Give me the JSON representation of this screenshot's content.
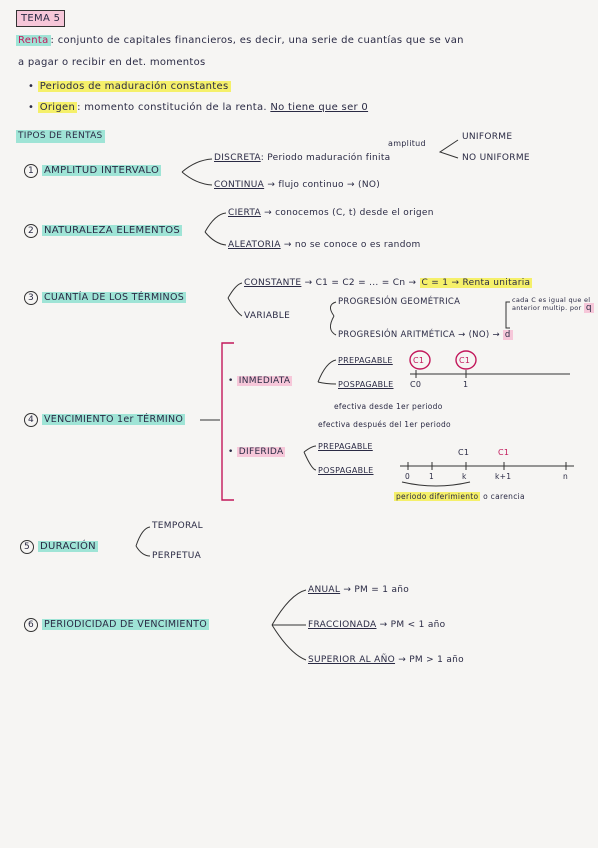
{
  "title": "TEMA 5",
  "renta": {
    "label": "Renta",
    "definition_line1": ": conjunto de capitales financieros, es decir, una serie de cuantías que se van",
    "definition_line2": "a pagar o recibir en det. momentos"
  },
  "bullets": [
    {
      "text": "Periodos de maduración constantes"
    },
    {
      "label": "Origen",
      "text": ": momento constitución de la renta.",
      "note": "No tiene que ser 0"
    }
  ],
  "tipos_title": "TIPOS DE RENTAS",
  "sections": [
    {
      "num": "1",
      "name": "AMPLITUD INTERVALO",
      "items": [
        {
          "label": "DISCRETA",
          "text": ": Periodo maduración finita",
          "side_note": "amplitud"
        },
        {
          "label": "CONTINUA",
          "text": "→ flujo continuo → (NO)"
        }
      ],
      "sub": [
        "UNIFORME",
        "NO UNIFORME"
      ]
    },
    {
      "num": "2",
      "name": "NATURALEZA ELEMENTOS",
      "items": [
        {
          "label": "CIERTA",
          "text": "→ conocemos (C, t) desde el origen"
        },
        {
          "label": "ALEATORIA",
          "text": "→ no se conoce o es random"
        }
      ]
    },
    {
      "num": "3",
      "name": "CUANTÍA DE LOS TÉRMINOS",
      "items": [
        {
          "label": "CONSTANTE",
          "text": "→ C1 = C2 = ... = Cn →",
          "special": "C = 1 → Renta unitaria"
        },
        {
          "label": "VARIABLE",
          "sub": [
            {
              "text": "PROGRESIÓN GEOMÉTRICA",
              "note": "cada C es igual que el anterior multip. por",
              "q": "q"
            },
            {
              "text": "PROGRESIÓN ARITMÉTICA",
              "note": "(NO)",
              "d": "d"
            }
          ]
        }
      ]
    },
    {
      "num": "4",
      "name": "VENCIMIENTO 1er TÉRMINO",
      "inmediata": {
        "label": "INMEDIATA",
        "prepagable": "PREPAGABLE",
        "pospagable": "POSPAGABLE",
        "note": "efectiva desde 1er periodo",
        "axis_c0": "C1",
        "axis_c1": "C1",
        "tick0": "C0",
        "tick1": "1"
      },
      "diferida": {
        "label": "DIFERIDA",
        "note": "efectiva después del 1er periodo",
        "prepagable": "PREPAGABLE",
        "pospagable": "POSPAGABLE",
        "ticks": [
          "0",
          "1",
          "k",
          "k+1",
          "n"
        ],
        "c_labels": [
          "C1",
          "C1"
        ],
        "periodo": "periodo diferimiento",
        "carencia": "o carencia"
      }
    },
    {
      "num": "5",
      "name": "DURACIÓN",
      "items": [
        {
          "label": "TEMPORAL"
        },
        {
          "label": "PERPETUA"
        }
      ]
    },
    {
      "num": "6",
      "name": "PERIODICIDAD DE VENCIMIENTO",
      "items": [
        {
          "label": "ANUAL",
          "text": "→ PM = 1 año"
        },
        {
          "label": "FRACCIONADA",
          "text": "→ PM < 1 año"
        },
        {
          "label": "SUPERIOR AL AÑO",
          "text": "→ PM > 1 año"
        }
      ]
    }
  ]
}
